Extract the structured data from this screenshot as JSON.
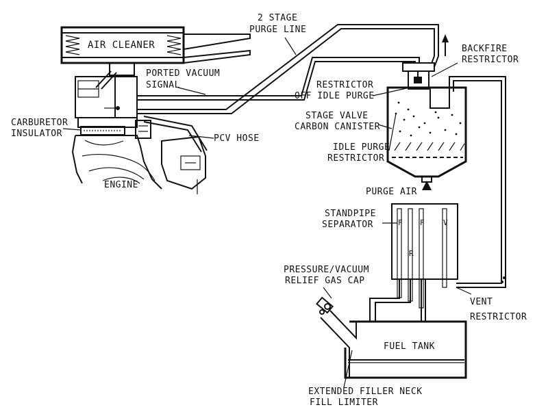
{
  "labels": {
    "air_cleaner": "AIR CLEANER",
    "two_stage_1": "2 STAGE",
    "two_stage_2": "PURGE LINE",
    "ported_1": "PORTED VACUUM",
    "ported_2": "SIGNAL",
    "carb_1": "CARBURETOR",
    "carb_2": "INSULATOR",
    "pcv_hose": "PCV HOSE",
    "engine": "ENGINE",
    "backfire_1": "BACKFIRE",
    "backfire_2": "RESTRICTOR",
    "restrictor_off_1": "RESTRICTOR",
    "restrictor_off_2": "OFF IDLE PURGE",
    "stage_valve_1": "STAGE VALVE",
    "stage_valve_2": "CARBON CANISTER",
    "idle_purge_1": "IDLE PURGE",
    "idle_purge_2": "RESTRICTOR",
    "purge_air": "PURGE AIR",
    "standpipe_1": "STANDPIPE",
    "standpipe_2": "SEPARATOR",
    "pressure_1": "PRESSURE/VACUUM",
    "pressure_2": "RELIEF GAS CAP",
    "vent_1": "VENT",
    "vent_2": "RESTRICTOR",
    "fuel_tank": "FUEL TANK",
    "filler_1": "EXTENDED FILLER NECK",
    "filler_2": "FILL LIMITER",
    "pipe_f1": "F",
    "pipe_r": "R",
    "pipe_f2": "F",
    "pipe_v": "V"
  }
}
